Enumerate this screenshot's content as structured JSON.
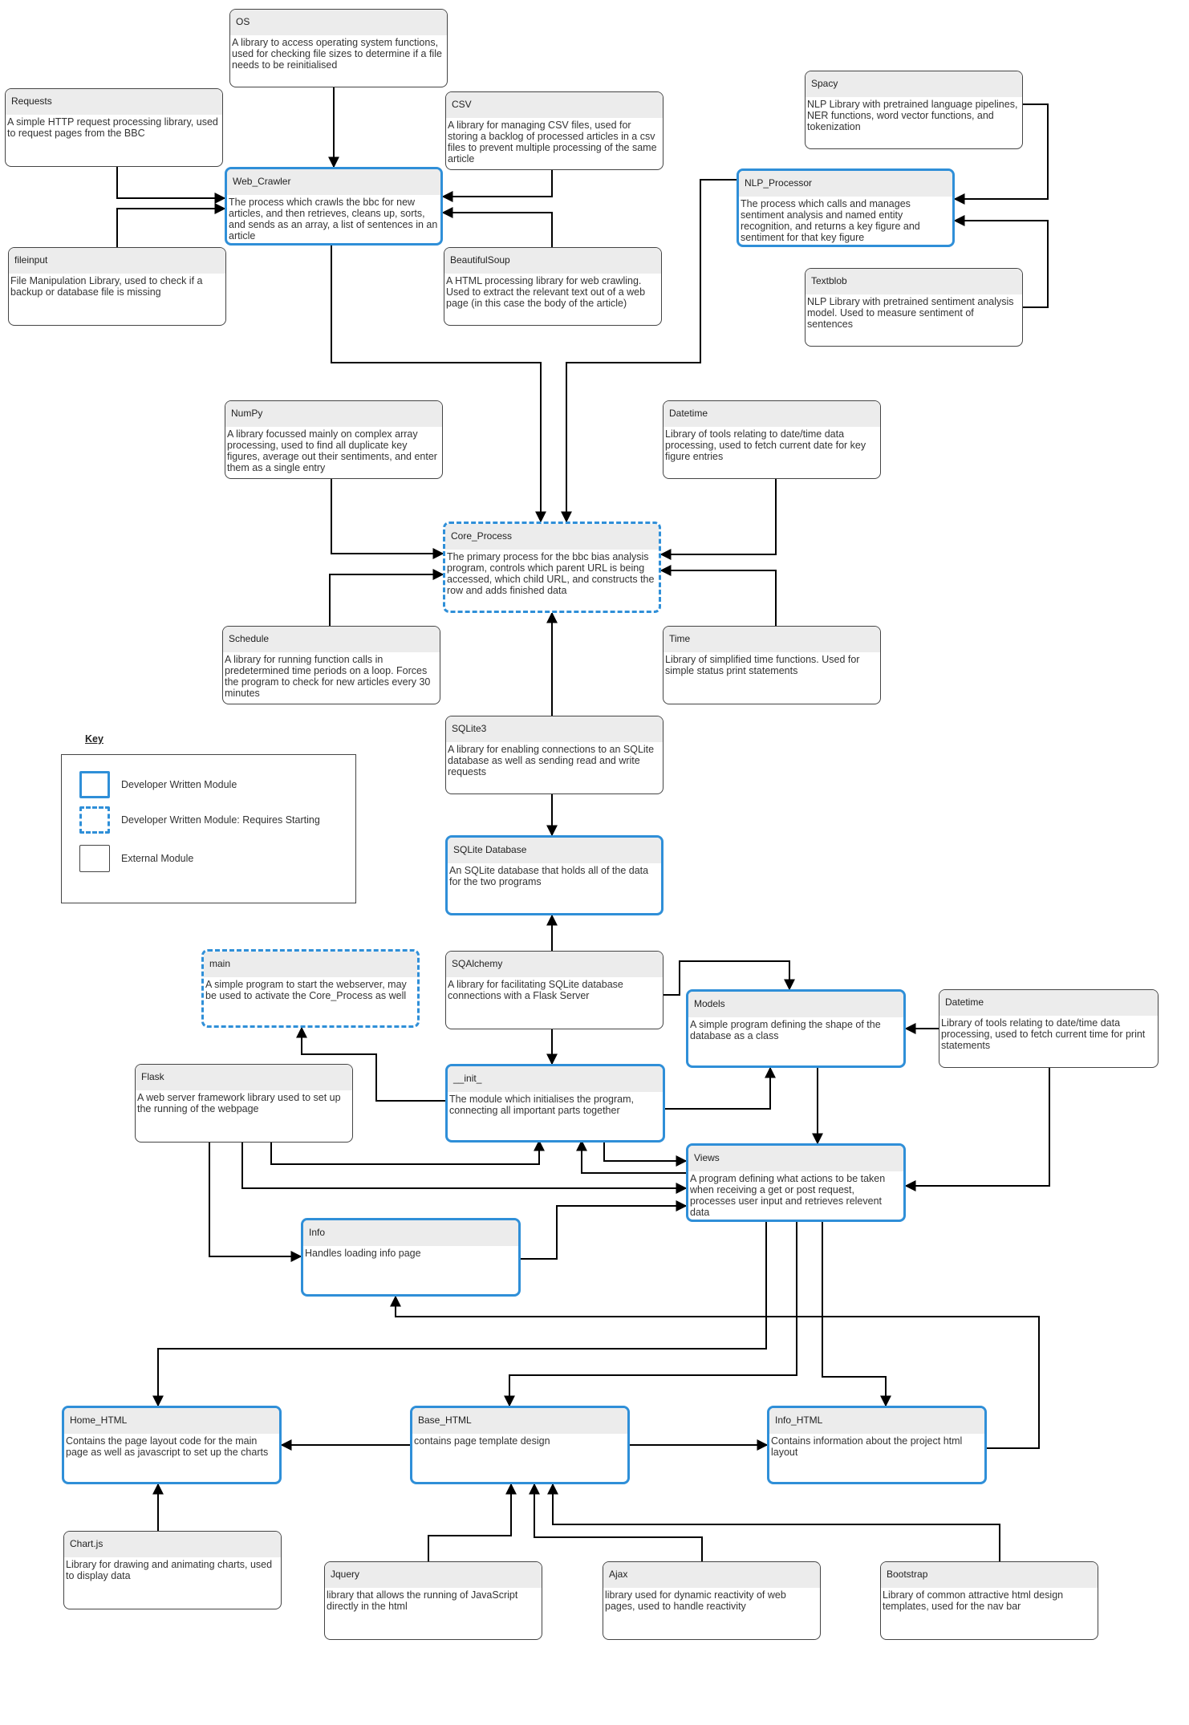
{
  "key": {
    "title": "Key",
    "items": [
      {
        "label": "Developer Written Module",
        "kind": "dev"
      },
      {
        "label": "Developer Written Module: Requires Starting",
        "kind": "start"
      },
      {
        "label": "External Module",
        "kind": "ext"
      }
    ]
  },
  "colors": {
    "developer_border": "#2f8fd8",
    "external_border": "#444444",
    "header_fill": "#ececec"
  },
  "nodes": [
    {
      "id": "os",
      "title": "OS",
      "kind": "ext",
      "text": "A library to access operating system functions, used for checking file sizes to determine if a file needs to be reinitialised"
    },
    {
      "id": "requests",
      "title": "Requests",
      "kind": "ext",
      "text": "A simple HTTP request processing library, used to request pages from the BBC"
    },
    {
      "id": "csv",
      "title": "CSV",
      "kind": "ext",
      "text": "A library for managing CSV files, used for storing a backlog of processed articles in a csv files to prevent multiple processing of the same article"
    },
    {
      "id": "web_crawler",
      "title": "Web_Crawler",
      "kind": "dev",
      "text": "The process which crawls the bbc for new articles, and then retrieves, cleans up, sorts, and sends as an array, a list of sentences in an article"
    },
    {
      "id": "fileinput",
      "title": "fileinput",
      "kind": "ext",
      "text": "File Manipulation Library, used to check if a backup or database file is missing"
    },
    {
      "id": "beautifulsoup",
      "title": "BeautifulSoup",
      "kind": "ext",
      "text": "A HTML processing library for web crawling. Used to extract the relevant text out of a web page (in this case the body of the article)"
    },
    {
      "id": "spacy",
      "title": "Spacy",
      "kind": "ext",
      "text": "NLP Library with pretrained language pipelines, NER functions, word vector functions, and tokenization"
    },
    {
      "id": "nlp_processor",
      "title": "NLP_Processor",
      "kind": "dev",
      "text": "The process which calls and manages sentiment analysis and named entity recognition, and returns a key figure and sentiment for that key figure"
    },
    {
      "id": "textblob",
      "title": "Textblob",
      "kind": "ext",
      "text": "NLP Library with pretrained sentiment analysis model. Used to measure sentiment of sentences"
    },
    {
      "id": "numpy",
      "title": "NumPy",
      "kind": "ext",
      "text": "A library focussed mainly on complex array processing, used to find all duplicate key figures, average out their sentiments, and enter them as a single entry"
    },
    {
      "id": "datetime1",
      "title": "Datetime",
      "kind": "ext",
      "text": "Library of tools relating to date/time data processing, used to fetch current date for key figure entries"
    },
    {
      "id": "core_process",
      "title": "Core_Process",
      "kind": "start",
      "text": "The primary process for the bbc bias analysis program, controls which parent URL is being accessed, which child URL, and constructs the row and adds finished data"
    },
    {
      "id": "schedule",
      "title": "Schedule",
      "kind": "ext",
      "text": "A library for running function calls in predetermined time periods on a loop. Forces the program to check for new articles every 30 minutes"
    },
    {
      "id": "time",
      "title": "Time",
      "kind": "ext",
      "text": "Library of simplified time functions. Used for simple status print statements"
    },
    {
      "id": "sqlite3",
      "title": "SQLite3",
      "kind": "ext",
      "text": "A library for enabling connections to an SQLite database as well as sending read and write requests"
    },
    {
      "id": "sqlite_db",
      "title": "SQLite Database",
      "kind": "dev",
      "text": "An SQLite database that holds all of the data for the two programs"
    },
    {
      "id": "main",
      "title": "main",
      "kind": "start",
      "text": "A simple program to start the webserver, may be used to activate the Core_Process as well"
    },
    {
      "id": "sqlalchemy",
      "title": "SQAlchemy",
      "kind": "ext",
      "text": "A library for facilitating SQLite database connections with a Flask Server"
    },
    {
      "id": "models",
      "title": "Models",
      "kind": "dev",
      "text": "A simple program defining the shape of the database as a class"
    },
    {
      "id": "datetime2",
      "title": "Datetime",
      "kind": "ext",
      "text": "Library of tools relating to date/time data processing, used to fetch current time for print statements"
    },
    {
      "id": "flask",
      "title": "Flask",
      "kind": "ext",
      "text": "A web server framework library used to set up the running of the webpage"
    },
    {
      "id": "init",
      "title": "__init_",
      "kind": "dev",
      "text": "The module which initialises the program, connecting all important parts together"
    },
    {
      "id": "views",
      "title": "Views",
      "kind": "dev",
      "text": "A program defining what actions to be taken when receiving a get or post request, processes user input and retrieves relevent data"
    },
    {
      "id": "info",
      "title": "Info",
      "kind": "dev",
      "text": "Handles loading info page"
    },
    {
      "id": "home_html",
      "title": "Home_HTML",
      "kind": "dev",
      "text": "Contains the page layout code for the main page as well as javascript to set up the charts"
    },
    {
      "id": "base_html",
      "title": "Base_HTML",
      "kind": "dev",
      "text": "contains page template design"
    },
    {
      "id": "info_html",
      "title": "Info_HTML",
      "kind": "dev",
      "text": "Contains information about the project html layout"
    },
    {
      "id": "chartjs",
      "title": "Chart.js",
      "kind": "ext",
      "text": "Library for drawing and animating charts, used to display data"
    },
    {
      "id": "jquery",
      "title": "Jquery",
      "kind": "ext",
      "text": "library that allows the running of JavaScript directly in the html"
    },
    {
      "id": "ajax",
      "title": "Ajax",
      "kind": "ext",
      "text": "library used for dynamic reactivity of web pages, used to handle reactivity"
    },
    {
      "id": "bootstrap",
      "title": "Bootstrap",
      "kind": "ext",
      "text": "Library of common attractive html design templates, used for the nav bar"
    }
  ]
}
